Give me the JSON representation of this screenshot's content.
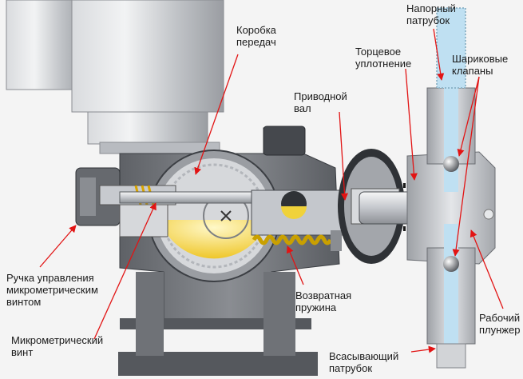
{
  "labels": {
    "gearbox": [
      "Коробка",
      "передач"
    ],
    "discharge": [
      "Напорный",
      "патрубок"
    ],
    "face_seal": [
      "Торцевое",
      "уплотнение"
    ],
    "ball_valves": [
      "Шариковые",
      "клапаны"
    ],
    "drive_shaft": [
      "Приводной",
      "вал"
    ],
    "handle": [
      "Ручка управления",
      "микрометрическим",
      "винтом"
    ],
    "return_spring": [
      "Возвратная",
      "пружина"
    ],
    "micrometer_screw": [
      "Микрометрический",
      "винт"
    ],
    "plunger": [
      "Рабочий",
      "плунжер"
    ],
    "suction": [
      "Всасывающий",
      "патрубок"
    ]
  },
  "colors": {
    "leader": "#e21414",
    "casing": "#7f8287",
    "casing_dark": "#4d5055",
    "metal": "#c9ccd1",
    "oil": "#f0d23a",
    "fluid": "#bfe0f2"
  }
}
